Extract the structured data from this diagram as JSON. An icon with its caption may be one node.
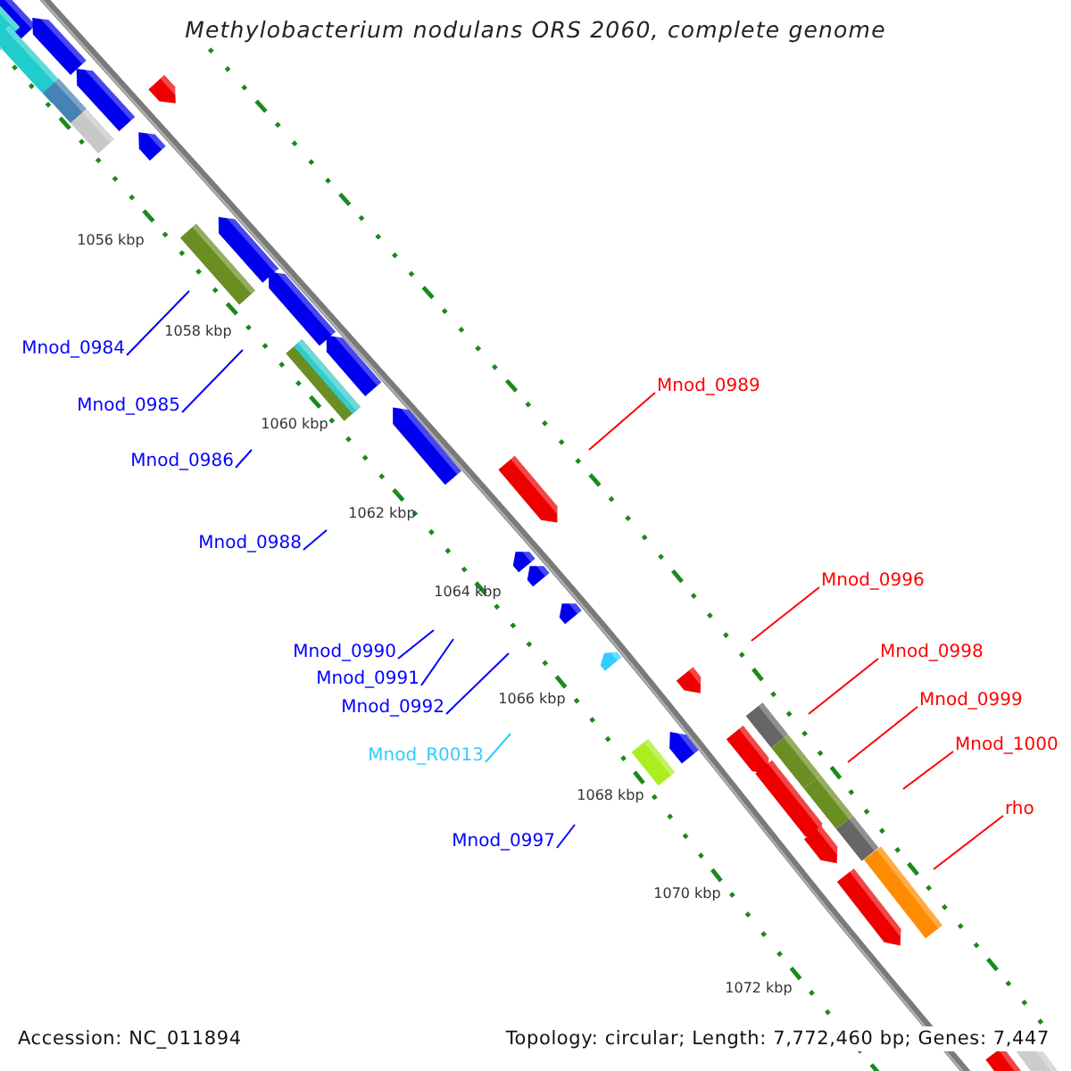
{
  "diagram": {
    "title": "Methylobacterium nodulans ORS 2060, complete genome",
    "nodes": [
      {
        "text": [
          "Mnod_0984"
        ]
      },
      {
        "text": [
          "Mnod_0989"
        ]
      },
      {
        "text": [
          "Mnod_0985"
        ]
      },
      {
        "text": [
          "Mnod_0986"
        ]
      },
      {
        "text": [
          "Mnod_0988"
        ]
      },
      {
        "text": [
          "Mnod_0996"
        ]
      },
      {
        "text": [
          "Mnod_0990"
        ]
      },
      {
        "text": [
          "Mnod_0998"
        ]
      },
      {
        "text": [
          "Mnod_0991"
        ]
      },
      {
        "text": [
          "Mnod_0999"
        ]
      },
      {
        "text": [
          "Mnod_0992"
        ]
      },
      {
        "text": [
          "Mnod_1000"
        ]
      },
      {
        "text": [
          "Mnod_R0013"
        ]
      },
      {
        "text": [
          "rho"
        ]
      },
      {
        "text": [
          "Mnod_0997"
        ]
      }
    ],
    "edges": [
      {
        "from": 0,
        "to": null,
        "arrow": "none"
      },
      {
        "from": 1,
        "to": null,
        "arrow": "none",
        "color": "#ff0000"
      },
      {
        "from": 2,
        "to": null,
        "arrow": "none"
      },
      {
        "from": 3,
        "to": null,
        "arrow": "none"
      },
      {
        "from": 4,
        "to": null,
        "arrow": "none"
      },
      {
        "from": 5,
        "to": null,
        "arrow": "none",
        "color": "#ff0000"
      },
      {
        "from": 6,
        "to": null,
        "arrow": "none"
      },
      {
        "from": 7,
        "to": null,
        "arrow": "none",
        "color": "#ff0000"
      },
      {
        "from": 8,
        "to": null,
        "arrow": "none"
      },
      {
        "from": 9,
        "to": null,
        "arrow": "none",
        "color": "#ff0000"
      },
      {
        "from": 10,
        "to": null,
        "arrow": "none"
      },
      {
        "from": 11,
        "to": null,
        "arrow": "none",
        "color": "#ff0000"
      },
      {
        "from": 12,
        "to": null,
        "arrow": "none",
        "color": "#33ccff"
      },
      {
        "from": 13,
        "to": null,
        "arrow": "none",
        "color": "#ff0000"
      },
      {
        "from": 14,
        "to": null,
        "arrow": "none"
      }
    ],
    "labels": [
      "1056 kbp",
      "1058 kbp",
      "1060 kbp",
      "1062 kbp",
      "1064 kbp",
      "1066 kbp",
      "1068 kbp",
      "1070 kbp",
      "1072 kbp",
      "Accession: NC_011894",
      "Topology: circular; Length: 7,772,460 bp; Genes: 7,447"
    ]
  }
}
